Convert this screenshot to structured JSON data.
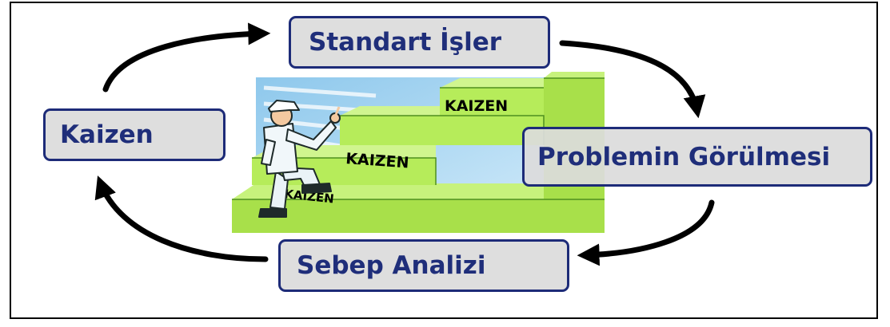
{
  "stages": {
    "top": "Standart İşler",
    "right": "Problemin Görülmesi",
    "bottom": "Sebep Analizi",
    "left": "Kaizen"
  },
  "illustration": {
    "step_labels": [
      "KAIZEN",
      "KAIZEN",
      "KAIZEN"
    ],
    "sky_color": "#8ec8ec",
    "step_color": "#b6ec5a",
    "box_text_color": "#1f2e7a"
  }
}
